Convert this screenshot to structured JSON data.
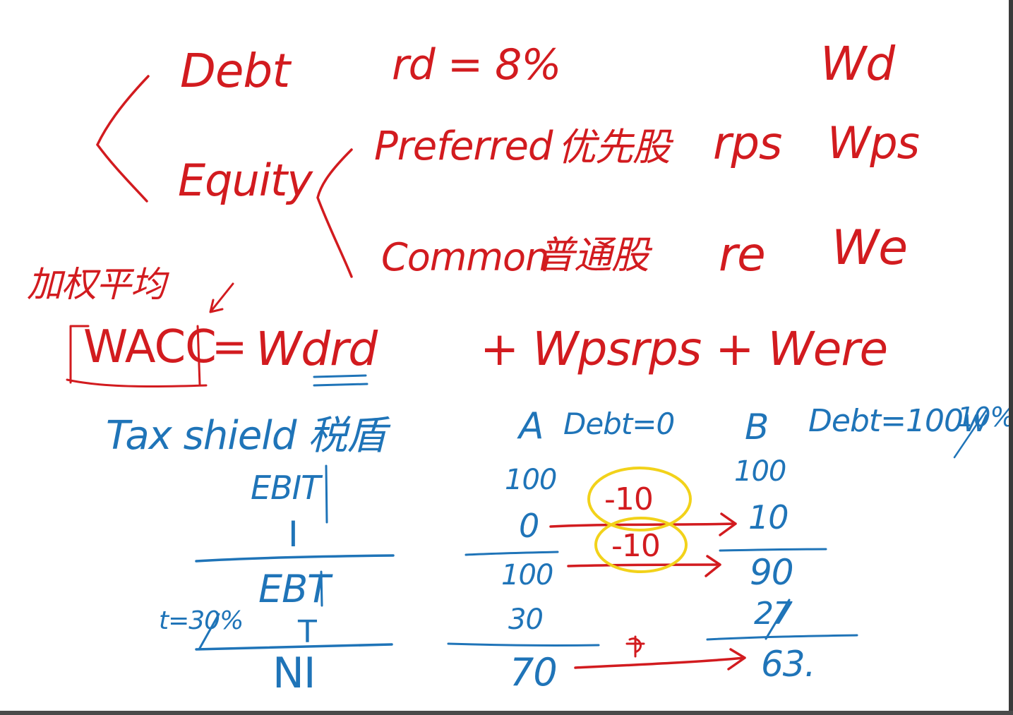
{
  "colors": {
    "red_ink": "#d21b1f",
    "blue_ink": "#1f74b8",
    "highlight": "#f2d21a"
  },
  "capital": {
    "debt": "Debt",
    "rd": "rd = 8%",
    "wd": "Wd",
    "equity": "Equity",
    "preferred": "Preferred",
    "preferred_cn": "优先股",
    "rps": "rps",
    "wps": "Wps",
    "common": "Common",
    "common_cn": "普通股",
    "re": "re",
    "we": "We"
  },
  "wacc": {
    "note_cn": "加权平均",
    "label": "WACC",
    "eq": "=",
    "term1": "Wdrd",
    "rest": "+ Wpsrps + Were"
  },
  "tax_shield": {
    "title": "Tax shield 税盾",
    "rows": [
      "EBIT",
      "I",
      "EBT",
      "T",
      "NI"
    ],
    "tax_rate": "t=30%"
  },
  "company_a": {
    "header": "A",
    "debt": "Debt=0",
    "values": [
      "100",
      "0",
      "100",
      "30",
      "70"
    ]
  },
  "company_b": {
    "header": "B",
    "debt": "Debt=100w",
    "rate": "10%",
    "values": [
      "100",
      "10",
      "90",
      "27",
      "63."
    ]
  },
  "differences": [
    "-10",
    "-10"
  ]
}
